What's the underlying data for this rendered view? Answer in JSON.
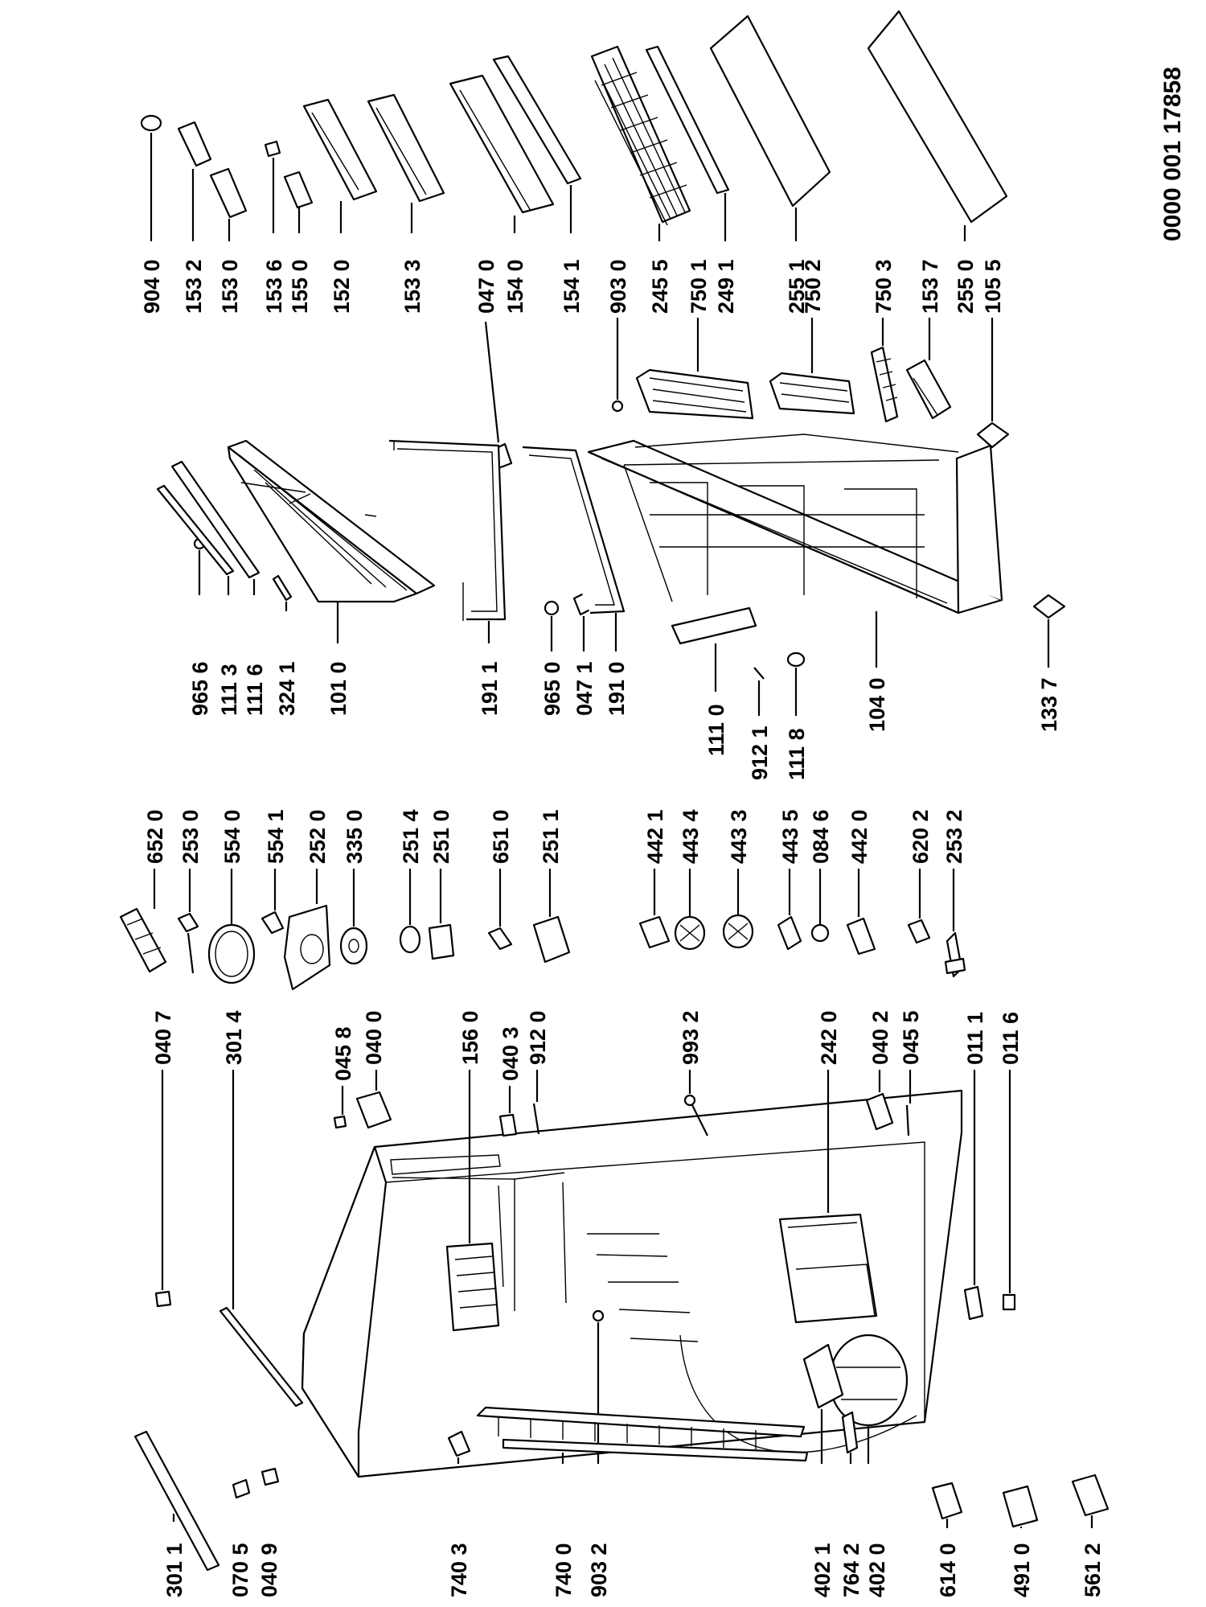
{
  "diagram": {
    "document_code": "0000 001 17858",
    "labels": {
      "l9040": "904 0",
      "l1532": "153 2",
      "l1530": "153 0",
      "l1536": "153 6",
      "l1550": "155 0",
      "l1520": "152 0",
      "l1533": "153 3",
      "l0470a": "047 0",
      "l1540": "154 0",
      "l1541": "154 1",
      "l9030": "903 0",
      "l2455": "245 5",
      "l7501": "750 1",
      "l2491": "249 1",
      "l2551": "255 1",
      "l7502": "750 2",
      "l7503": "750 3",
      "l1537": "153 7",
      "l2550": "255 0",
      "l1055": "105 5",
      "l9656": "965 6",
      "l1113": "111 3",
      "l1116": "111 6",
      "l3241": "324 1",
      "l1010": "101 0",
      "l1911": "191 1",
      "l9650": "965 0",
      "l0471": "047 1",
      "l1910": "191 0",
      "l1110": "111 0",
      "l9121": "912 1",
      "l1118": "111 8",
      "l1040": "104 0",
      "l1337": "133 7",
      "l6520": "652 0",
      "l2530": "253 0",
      "l5540": "554 0",
      "l5541": "554 1",
      "l2520": "252 0",
      "l3350": "335 0",
      "l2514": "251 4",
      "l2510": "251 0",
      "l6510": "651 0",
      "l2511": "251 1",
      "l4421": "442 1",
      "l4434": "443 4",
      "l4433": "443 3",
      "l4435": "443 5",
      "l0846": "084 6",
      "l4420": "442 0",
      "l6202": "620 2",
      "l2532": "253 2",
      "l0407": "040 7",
      "l3014": "301 4",
      "l0458": "045 8",
      "l0400": "040 0",
      "l1560": "156 0",
      "l0403": "040 3",
      "l9120": "912 0",
      "l9932": "993 2",
      "l2420": "242 0",
      "l0402": "040 2",
      "l0455": "045 5",
      "l0111": "011 1",
      "l0116": "011 6",
      "l3011": "301 1",
      "l0705": "070 5",
      "l0409": "040 9",
      "l7403": "740 3",
      "l7400": "740 0",
      "l9032": "903 2",
      "l4021": "402 1",
      "l7642": "764 2",
      "l4020": "402 0",
      "l6140": "614 0",
      "l4910": "491 0",
      "l5612": "561 2"
    }
  }
}
